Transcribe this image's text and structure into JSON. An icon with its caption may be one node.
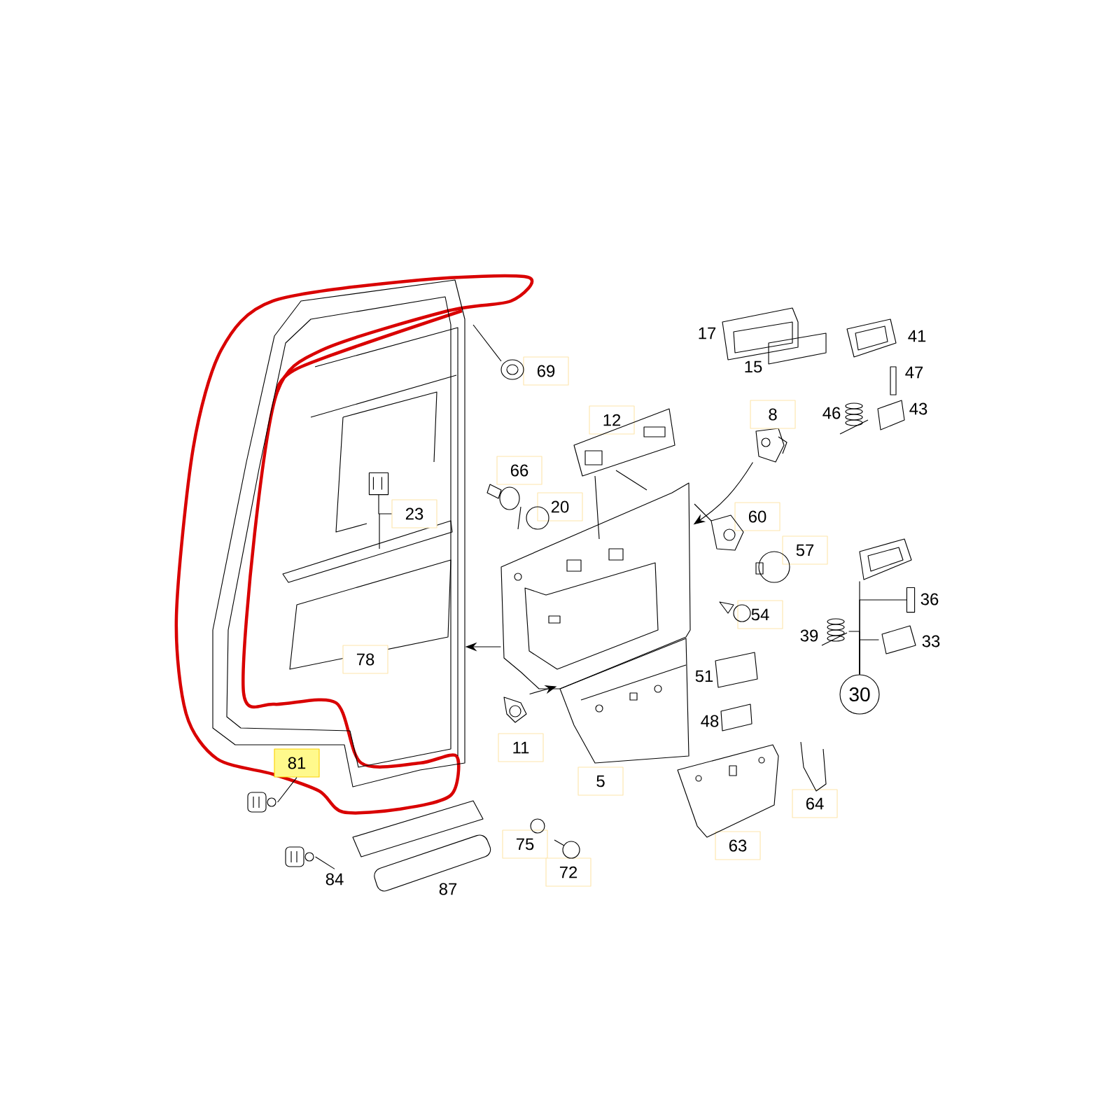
{
  "diagram": {
    "nodes": [
      {
        "text": [],
        "shape": "picture"
      },
      {
        "text": [],
        "shape": "picture"
      },
      {
        "text": [],
        "shape": "picture"
      },
      {
        "text": [],
        "shape": "picture"
      },
      {
        "text": [
          "30"
        ]
      },
      {
        "text": [
          "23"
        ],
        "in": 0
      },
      {
        "text": [],
        "shape": "picture",
        "in": 0
      },
      {
        "text": [
          "81"
        ],
        "in": 0
      },
      {
        "text": [],
        "shape": "picture"
      },
      {
        "text": [
          "84"
        ]
      },
      {
        "text": [],
        "shape": "picture"
      },
      {
        "text": [],
        "shape": "picture"
      },
      {
        "text": [],
        "shape": "bar"
      },
      {
        "text": [],
        "shape": "picture"
      },
      {
        "text": [],
        "shape": "picture"
      },
      {
        "text": [
          "69"
        ]
      },
      {
        "text": [
          "12"
        ]
      },
      {
        "text": [
          "8"
        ]
      },
      {
        "text": [
          "66"
        ]
      },
      {
        "text": [
          "20"
        ]
      },
      {
        "text": [
          "60"
        ]
      },
      {
        "text": [
          "57"
        ]
      },
      {
        "text": [
          "54"
        ]
      },
      {
        "text": [
          "78"
        ],
        "in": 0
      },
      {
        "text": [
          "11"
        ]
      },
      {
        "text": [
          "5"
        ]
      },
      {
        "text": [
          "64"
        ]
      },
      {
        "text": [
          "75"
        ]
      },
      {
        "text": [
          "63"
        ]
      },
      {
        "text": [
          "72"
        ]
      }
    ],
    "edges": [
      {
        "from": 1,
        "to": 0,
        "arrow": "to"
      },
      {
        "from": 2,
        "to": 1,
        "arrow": "to"
      },
      {
        "from": 3,
        "to": 1,
        "arrow": "to"
      },
      {
        "from": 5,
        "to": 6,
        "arrow": "none"
      },
      {
        "from": 7,
        "to": 8,
        "arrow": "none"
      },
      {
        "from": 9,
        "to": 10,
        "arrow": "none"
      },
      {
        "from": 4,
        "to": 11,
        "arrow": "none"
      },
      {
        "from": 4,
        "to": 12,
        "arrow": "none"
      },
      {
        "from": 4,
        "to": 13,
        "arrow": "none"
      },
      {
        "from": 4,
        "to": 14,
        "arrow": "none"
      }
    ],
    "labels": [
      "17",
      "41",
      "15",
      "47",
      "46",
      "43",
      "36",
      "39",
      "33",
      "51",
      "48",
      "87"
    ]
  }
}
